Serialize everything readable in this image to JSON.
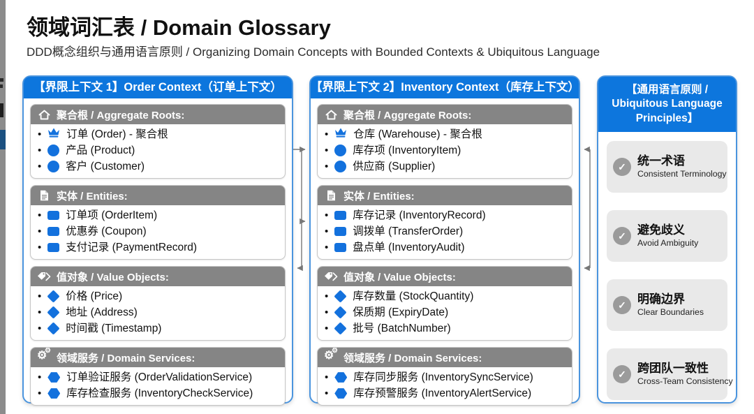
{
  "page": {
    "title": "领域词汇表 / Domain Glossary",
    "subtitle": "DDD概念组织与通用语言原则 / Organizing Domain Concepts with Bounded Contexts & Ubiquitous Language"
  },
  "colors": {
    "accent_blue": "#0d76dd",
    "item_blue": "#1371dd",
    "section_header_gray": "#858585",
    "card_gray": "#e9e9e9",
    "column_border_blue": "#4a94de",
    "arrow_gray": "#777777"
  },
  "contexts": [
    {
      "title": "【界限上下文 1】Order Context（订单上下文）",
      "sections": [
        {
          "icon": "home-icon",
          "title": "聚合根 / Aggregate Roots:",
          "items": [
            {
              "icon": "crown",
              "label": "订单 (Order) - 聚合根"
            },
            {
              "icon": "circle",
              "label": "产品 (Product)"
            },
            {
              "icon": "circle",
              "label": "客户 (Customer)"
            }
          ]
        },
        {
          "icon": "document-icon",
          "title": "实体 / Entities:",
          "items": [
            {
              "icon": "square",
              "label": "订单项 (OrderItem)"
            },
            {
              "icon": "square",
              "label": "优惠券 (Coupon)"
            },
            {
              "icon": "square",
              "label": "支付记录 (PaymentRecord)"
            }
          ]
        },
        {
          "icon": "tag-icon",
          "title": "值对象 / Value Objects:",
          "items": [
            {
              "icon": "diamond",
              "label": "价格 (Price)"
            },
            {
              "icon": "diamond",
              "label": "地址 (Address)"
            },
            {
              "icon": "diamond",
              "label": "时间戳 (Timestamp)"
            }
          ]
        },
        {
          "icon": "gears-icon",
          "title": "领域服务 / Domain Services:",
          "items": [
            {
              "icon": "hexagon",
              "label": "订单验证服务 (OrderValidationService)"
            },
            {
              "icon": "hexagon",
              "label": "库存检查服务 (InventoryCheckService)"
            }
          ]
        }
      ]
    },
    {
      "title": "【界限上下文 2】Inventory Context（库存上下文）",
      "sections": [
        {
          "icon": "home-icon",
          "title": "聚合根 / Aggregate Roots:",
          "items": [
            {
              "icon": "crown",
              "label": "仓库 (Warehouse) - 聚合根"
            },
            {
              "icon": "circle",
              "label": "库存项 (InventoryItem)"
            },
            {
              "icon": "circle",
              "label": "供应商 (Supplier)"
            }
          ]
        },
        {
          "icon": "document-icon",
          "title": "实体 / Entities:",
          "items": [
            {
              "icon": "square",
              "label": "库存记录 (InventoryRecord)"
            },
            {
              "icon": "square",
              "label": "调拨单 (TransferOrder)"
            },
            {
              "icon": "square",
              "label": "盘点单 (InventoryAudit)"
            }
          ]
        },
        {
          "icon": "tag-icon",
          "title": "值对象 / Value Objects:",
          "items": [
            {
              "icon": "diamond",
              "label": "库存数量 (StockQuantity)"
            },
            {
              "icon": "diamond",
              "label": "保质期 (ExpiryDate)"
            },
            {
              "icon": "diamond",
              "label": "批号 (BatchNumber)"
            }
          ]
        },
        {
          "icon": "gears-icon",
          "title": "领域服务 / Domain Services:",
          "items": [
            {
              "icon": "hexagon",
              "label": "库存同步服务 (InventorySyncService)"
            },
            {
              "icon": "hexagon",
              "label": "库存预警服务 (InventoryAlertService)"
            }
          ]
        }
      ]
    }
  ],
  "principles": {
    "title_lines": {
      "0": "【通用语言原则 /",
      "1": "Ubiquitous Language",
      "2": "Principles】"
    },
    "cards": [
      {
        "icon": "check-circle-icon",
        "title": "统一术语",
        "subtitle": "Consistent Terminology"
      },
      {
        "icon": "check-circle-icon",
        "title": "避免歧义",
        "subtitle": "Avoid Ambiguity"
      },
      {
        "icon": "check-circle-icon",
        "title": "明确边界",
        "subtitle": "Clear Boundaries"
      },
      {
        "icon": "check-circle-icon",
        "title": "跨团队一致性",
        "subtitle": "Cross-Team Consistency"
      }
    ]
  },
  "connectors": [
    "order-context right edge to inventory-context left edge (arrow right, aggregate row)",
    "shared vertical line branches arrow right into inventory-context entities row",
    "branch arrow left into order-context value-objects header",
    "right bracket: vertical line with arrows left into inventory-context aggregate row and value-objects header"
  ]
}
